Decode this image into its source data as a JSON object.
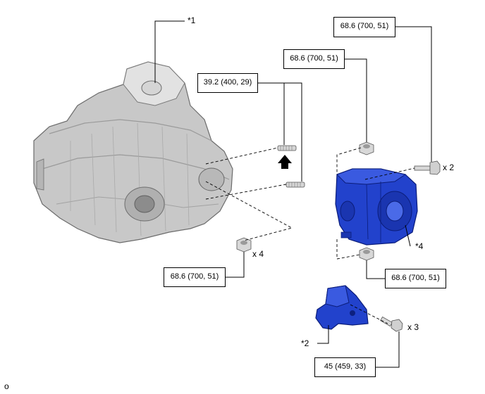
{
  "parts": {
    "p1": "*1",
    "p2": "*2",
    "p4": "*4"
  },
  "torques": {
    "t_top_right": "68.6 (700, 51)",
    "t_top_mid": "68.6 (700, 51)",
    "t_stud": "39.2 (400, 29)",
    "t_nut_left": "68.6 (700, 51)",
    "t_nut_right": "68.6 (700, 51)",
    "t_bracket": "45 (459, 33)"
  },
  "quantities": {
    "q_bolt_top": "x 2",
    "q_nut_left": "x 4",
    "q_bolt_bracket": "x 3"
  },
  "corner_code": "o",
  "colors": {
    "housing": "#c9c9c9",
    "housing_dark": "#8a8a8a",
    "mount": "#1f3fc8",
    "mount_dark": "#0d2080",
    "fastener": "#d8d8d8"
  }
}
